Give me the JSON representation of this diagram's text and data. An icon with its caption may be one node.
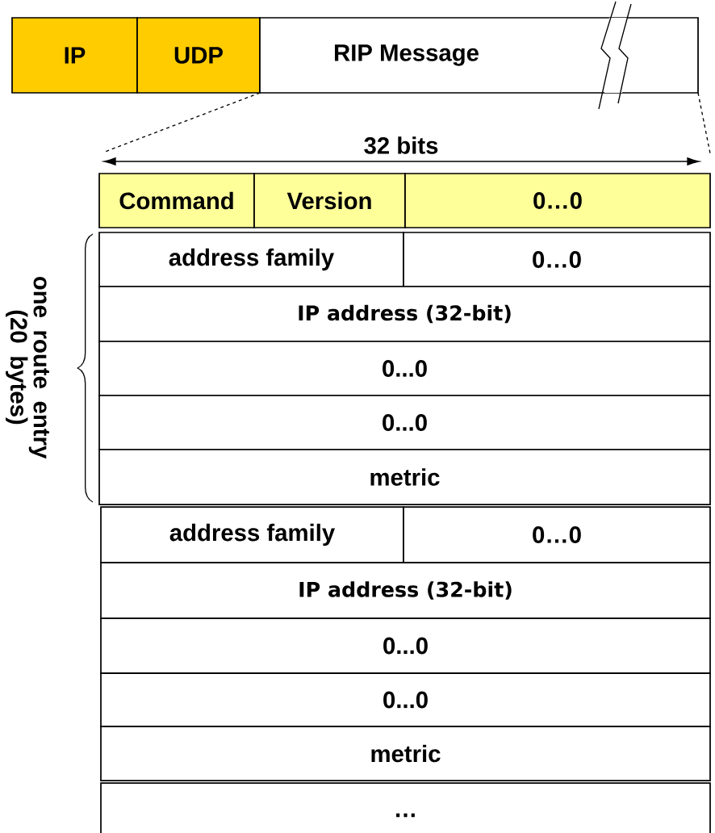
{
  "diagram": {
    "nodes": [
      {
        "text": [
          "IP"
        ]
      },
      {
        "text": [
          "UDP"
        ]
      },
      {
        "text": [
          "RIP Message"
        ]
      },
      {
        "text": [
          "Command"
        ]
      },
      {
        "text": [
          "Version"
        ]
      },
      {
        "text": [
          "0…0"
        ]
      },
      {
        "text": [
          "address family"
        ]
      },
      {
        "text": [
          "0…0"
        ]
      },
      {
        "text": [
          "IP address (32-bit)"
        ]
      },
      {
        "text": [
          "0...0"
        ]
      },
      {
        "text": [
          "0...0"
        ]
      },
      {
        "text": [
          "metric"
        ]
      },
      {
        "text": [
          "address family"
        ]
      },
      {
        "text": [
          "0…0"
        ]
      },
      {
        "text": [
          "IP address (32-bit)"
        ]
      },
      {
        "text": [
          "0...0"
        ]
      },
      {
        "text": [
          "0...0"
        ]
      },
      {
        "text": [
          "metric"
        ]
      },
      {
        "text": [
          "…"
        ]
      }
    ],
    "labels": [
      "32 bits",
      "one route entry (20 bytes)"
    ]
  }
}
